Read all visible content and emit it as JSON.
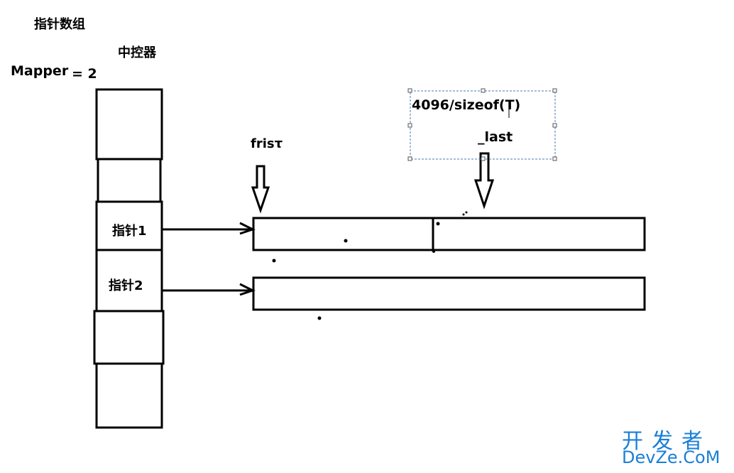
{
  "labels": {
    "title": "指针数组",
    "controller": "中控器",
    "mapper": "Mapper",
    "mapper_value": "= 2",
    "pointer1": "指针1",
    "pointer2": "指针2",
    "first": "frisτ",
    "buffer_size": "4096/sizeof(T)",
    "last": "_last"
  },
  "watermark": {
    "cn": "开发者",
    "en": "DevZe.CoM",
    "color": "#1a7fd6"
  }
}
